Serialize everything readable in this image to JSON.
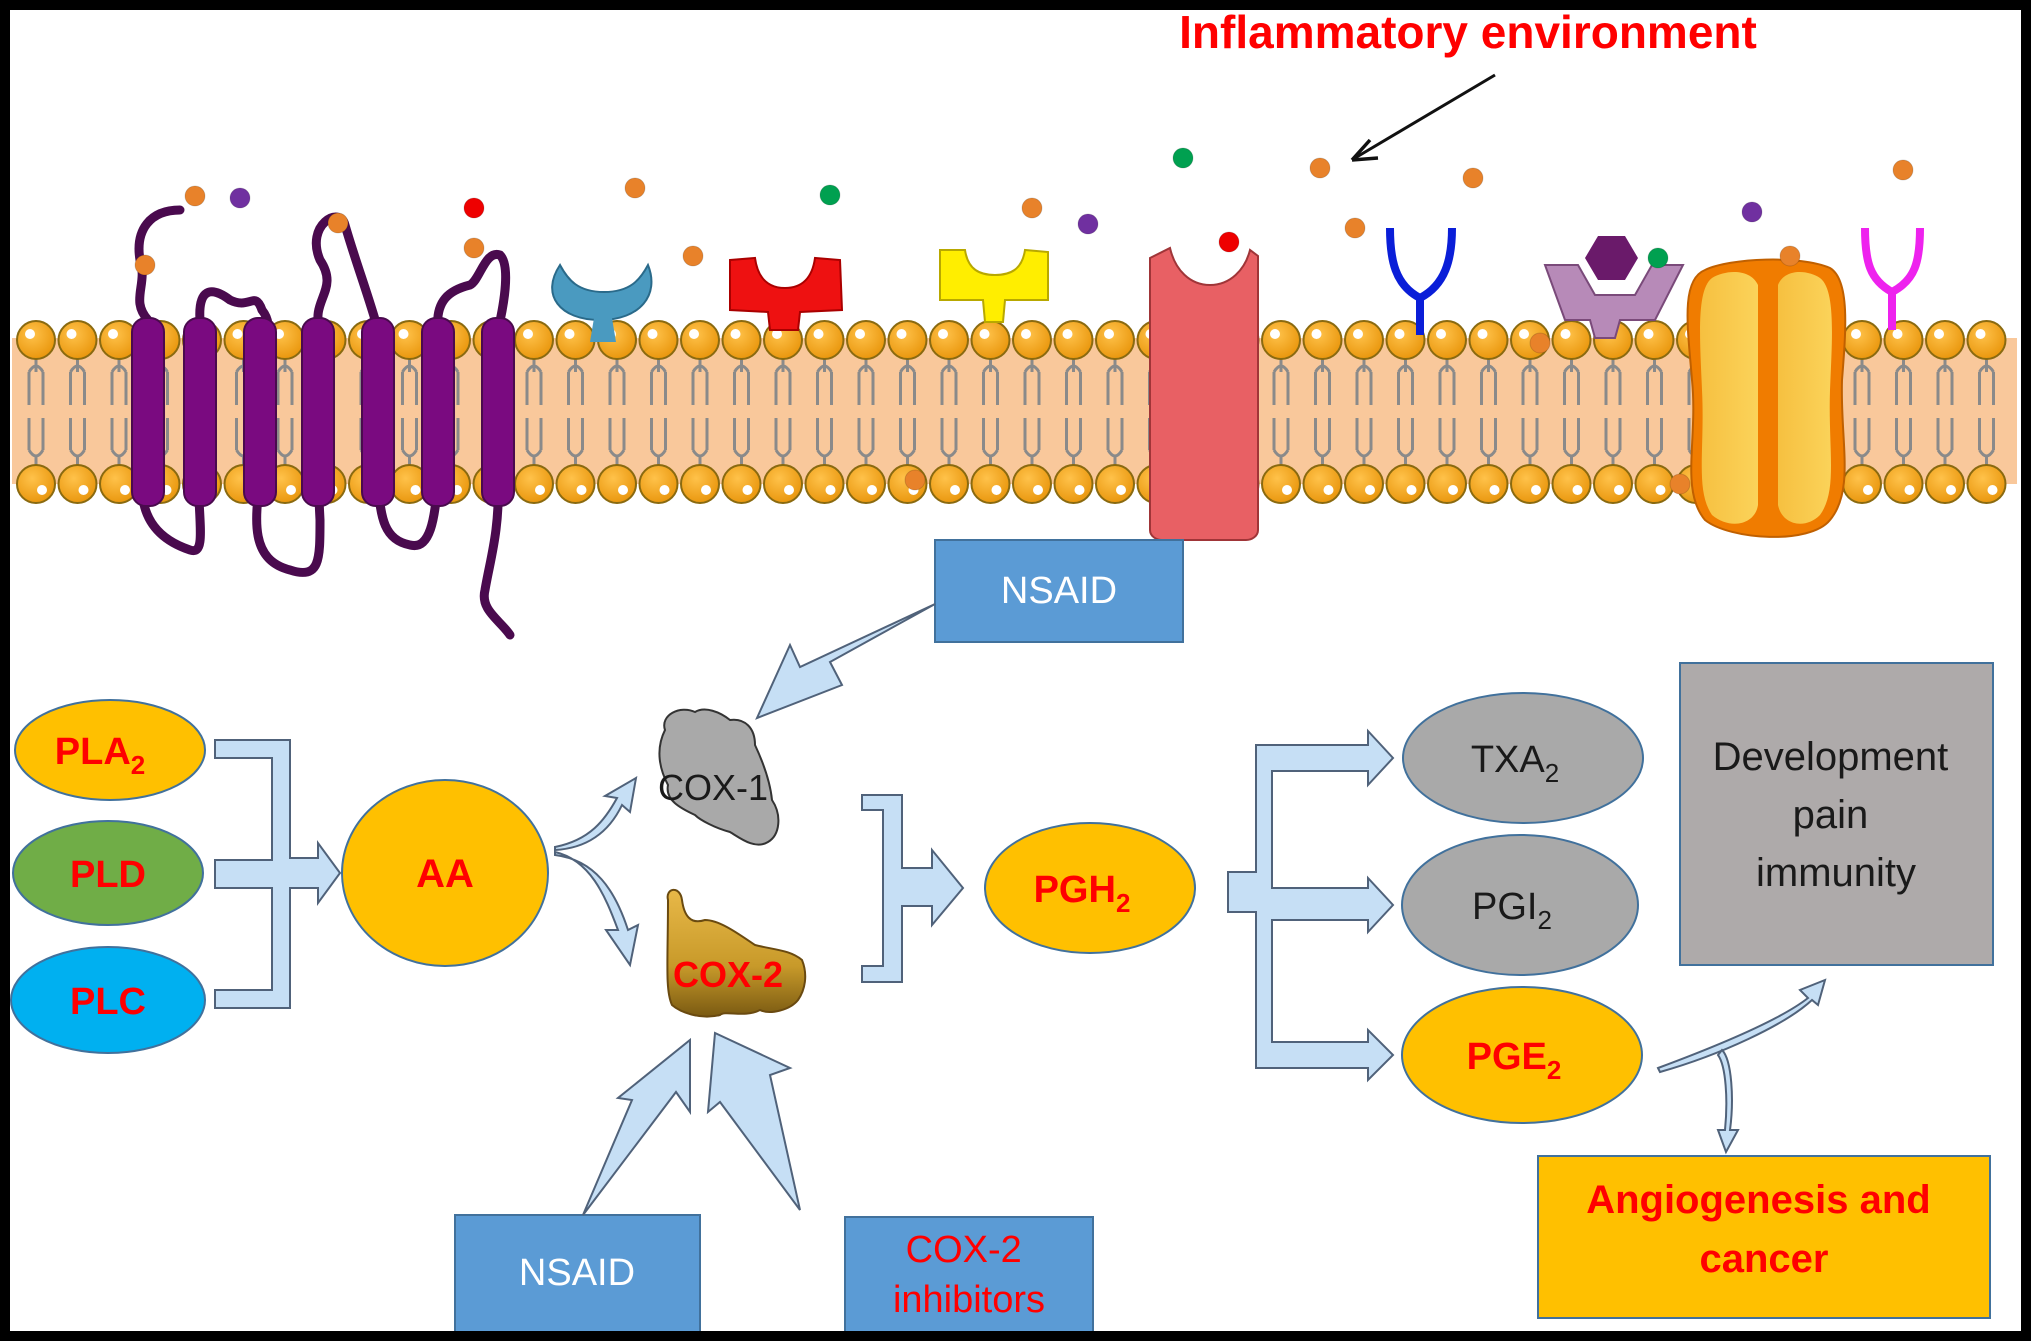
{
  "title": "Inflammatory environment",
  "colors": {
    "title_red": "#ff0000",
    "membrane_band": "#f9c89b",
    "lipid_head": "#f0a010",
    "lipid_head_outline": "#8a6a10",
    "gpcr_purple": "#6c0a6e",
    "arrow_fill": "#c6dff5",
    "arrow_stroke": "#50627a",
    "drug_box": "#5b9bd5",
    "yellow_node": "#ffc000",
    "green_node": "#70ad47",
    "blue_node": "#00b0f0",
    "gray_node": "#a9a9a9",
    "outcome_box_gray": "#aeaaaa"
  },
  "ligands": {
    "orange": "#e8822a",
    "purple": "#7030a0",
    "red": "#ee0000",
    "green": "#00a050"
  },
  "membrane_proteins": [
    {
      "name": "7-TM GPCR",
      "color": "#6c0a6e"
    },
    {
      "name": "cup receptor (teal)",
      "color": "#4a9ac0"
    },
    {
      "name": "cup receptor (red)",
      "color": "#ee1111"
    },
    {
      "name": "cup receptor (yellow)",
      "color": "#ffee00"
    },
    {
      "name": "transmembrane channel (pink)",
      "color": "#e86064"
    },
    {
      "name": "Y receptor (blue)",
      "color": "#0a1ed8"
    },
    {
      "name": "hexagon receptor (lilac)",
      "color": "#b78ab8"
    },
    {
      "name": "pore channel (orange)",
      "color": "#f07c00"
    },
    {
      "name": "Y receptor (magenta)",
      "color": "#ee22ee"
    }
  ],
  "nodes": {
    "pla2": {
      "main": "PLA",
      "sub": "2"
    },
    "pld": {
      "main": "PLD"
    },
    "plc": {
      "main": "PLC"
    },
    "aa": {
      "main": "AA"
    },
    "cox1": {
      "main": "COX-1"
    },
    "cox2": {
      "main": "COX-2"
    },
    "pgh2": {
      "main": "PGH",
      "sub": "2"
    },
    "txa2": {
      "main": "TXA",
      "sub": "2"
    },
    "pgi2": {
      "main": "PGI",
      "sub": "2"
    },
    "pge2": {
      "main": "PGE",
      "sub": "2"
    }
  },
  "boxes": {
    "nsaid_top": "NSAID",
    "nsaid_bottom": "NSAID",
    "cox2_inhibitors": [
      "COX-2",
      "inhibitors"
    ],
    "development": [
      "Development",
      "pain",
      "immunity"
    ],
    "angiogenesis": [
      "Angiogenesis and",
      "cancer"
    ]
  }
}
